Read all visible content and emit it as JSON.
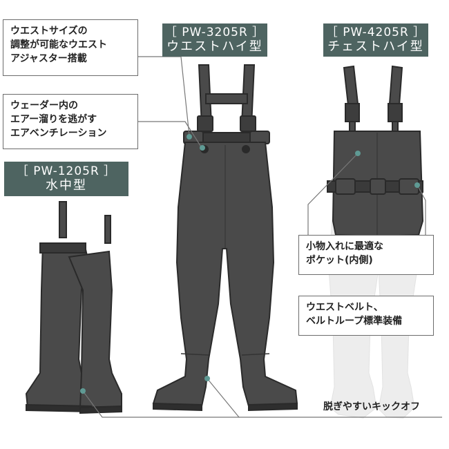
{
  "models": {
    "pw3205r": {
      "code": "［ PW-3205R ］",
      "type": "ウエストハイ型"
    },
    "pw4205r": {
      "code": "［ PW-4205R ］",
      "type": "チェストハイ型"
    },
    "pw1205r": {
      "code": "［ PW-1205R ］",
      "type": "水中型"
    }
  },
  "callouts": {
    "waist_adjuster": [
      "ウエストサイズの",
      "調整が可能なウエスト",
      "アジャスター搭載"
    ],
    "vent": [
      "ウェーダー内の",
      "エアー溜りを逃がす",
      "エアベンチレーション"
    ],
    "pocket": [
      "小物入れに最適な",
      "ポケット(内側)"
    ],
    "belt": [
      "ウエストベルト、",
      "ベルトループ標準装備"
    ],
    "kickoff": "脱ぎやすいキックオフ"
  },
  "colors": {
    "wader_body": "#4a4a4a",
    "wader_outline": "#2a2a2a",
    "accent_teal": "#4e6461",
    "marker_dot": "#5f9a94",
    "ghost_legs": "#ededed"
  }
}
